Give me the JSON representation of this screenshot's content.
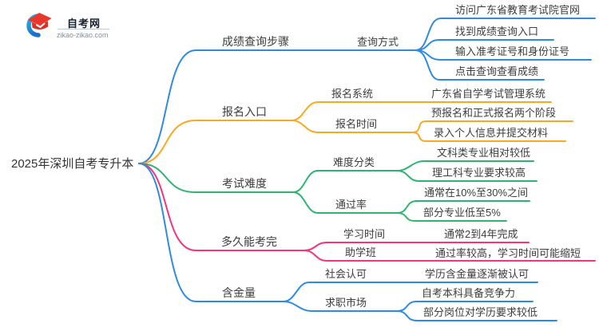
{
  "logo": {
    "title": "自考网",
    "domain": "zikao-zikao.com",
    "icon": "graduation-cap-icon",
    "cap_color": "#e8382d",
    "swirl_color_top": "#29b9d8",
    "swirl_color_bottom": "#1a6fd0"
  },
  "root": {
    "label": "2025年深圳自考专升本"
  },
  "colors": {
    "blue": "#2f8be0",
    "orange": "#f8a924",
    "green": "#2db46f",
    "pink": "#f2357d"
  },
  "branches": [
    {
      "label": "成绩查询步骤",
      "color": "blue",
      "children": [
        {
          "label": "查询方式",
          "children": [
            {
              "label": "访问广东省教育考试院官网"
            },
            {
              "label": "找到成绩查询入口"
            },
            {
              "label": "输入准考证号和身份证号"
            },
            {
              "label": "点击查询查看成绩"
            }
          ]
        }
      ]
    },
    {
      "label": "报名入口",
      "color": "orange",
      "children": [
        {
          "label": "报名系统",
          "children": [
            {
              "label": "广东省自学考试管理系统"
            }
          ]
        },
        {
          "label": "报名时间",
          "children": [
            {
              "label": "预报名和正式报名两个阶段"
            },
            {
              "label": "录入个人信息并提交材料"
            }
          ]
        }
      ]
    },
    {
      "label": "考试难度",
      "color": "green",
      "children": [
        {
          "label": "难度分类",
          "children": [
            {
              "label": "文科类专业相对较低"
            },
            {
              "label": "理工科专业要求较高"
            }
          ]
        },
        {
          "label": "通过率",
          "children": [
            {
              "label": "通常在10%至30%之间"
            },
            {
              "label": "部分专业低至5%"
            }
          ]
        }
      ]
    },
    {
      "label": "多久能考完",
      "color": "pink",
      "children": [
        {
          "label": "学习时间",
          "children": [
            {
              "label": "通常2到4年完成"
            }
          ]
        },
        {
          "label": "助学班",
          "children": [
            {
              "label": "通过率较高，学习时间可能缩短"
            }
          ]
        }
      ]
    },
    {
      "label": "含金量",
      "color": "blue",
      "children": [
        {
          "label": "社会认可",
          "children": [
            {
              "label": "学历含金量逐渐被认可"
            }
          ]
        },
        {
          "label": "求职市场",
          "children": [
            {
              "label": "自考本科具备竞争力"
            },
            {
              "label": "部分岗位对学历要求较低"
            }
          ]
        }
      ]
    }
  ]
}
